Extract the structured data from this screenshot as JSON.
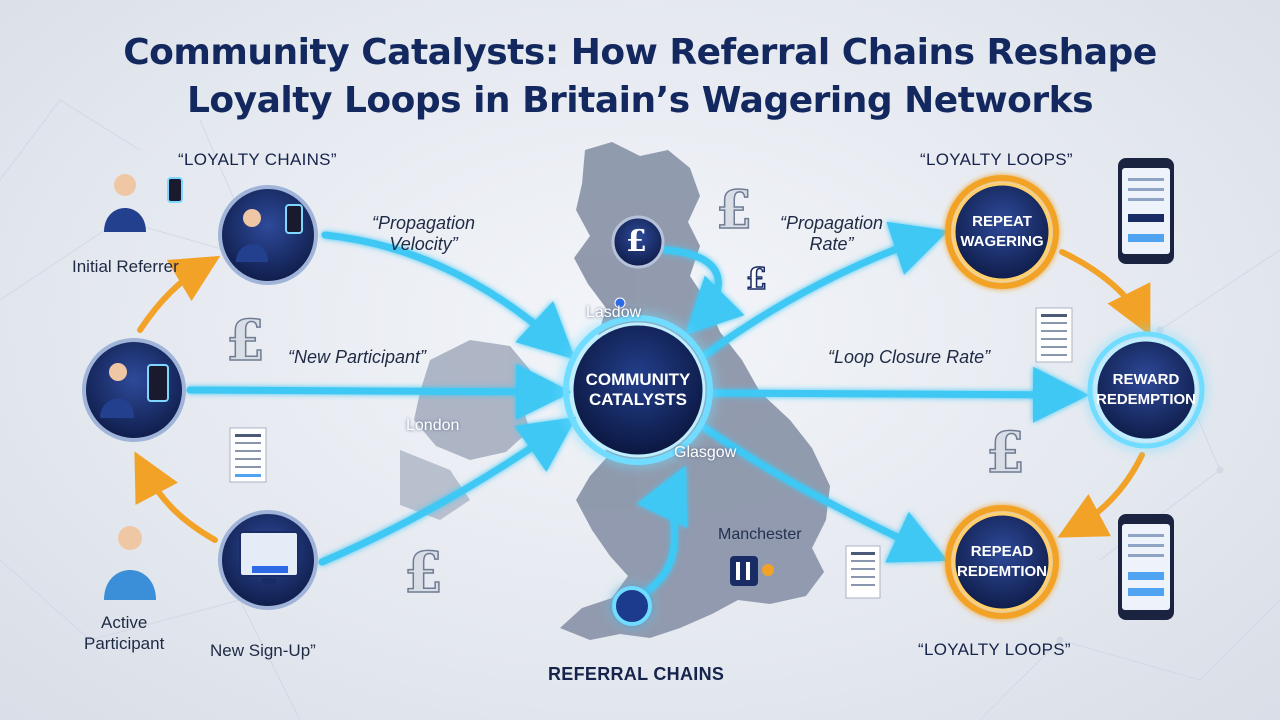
{
  "title": {
    "line1": "Community Catalysts: How Referral Chains Reshape",
    "line2": "Loyalty Loops in Britain’s Wagering Networks"
  },
  "labels": {
    "loyalty_chains": "“LOYALTY CHAINS”",
    "loyalty_loops_top": "“LOYALTY LOOPS”",
    "loyalty_loops_bottom": "“LOYALTY LOOPS”",
    "referral_chains": "REFERRAL CHAINS",
    "propagation_velocity": "“Propagation\nVelocity”",
    "propagation_rate": "“Propagation\nRate”",
    "new_participant": "“New Participant”",
    "loop_closure_rate": "“Loop Closure Rate”",
    "initial_referrer": "Initial Referrer",
    "active_participant": "Active\nParticipant",
    "new_sign_up": "New Sign-Up”"
  },
  "cities": {
    "lasgow": "Lasdow",
    "london": "London",
    "glasgow": "Glasgow",
    "manchester": "Manchester"
  },
  "nodes": {
    "center": "COMMUNITY\nCATALYSTS",
    "repeat_wagering": "REPEAT\nWAGERING",
    "reward_redemption": "REWARD\nREDEMPTION",
    "repead_redemtion": "REPEAD\nREDEMTION"
  },
  "symbols": {
    "pound": "£"
  },
  "colors": {
    "title": "#13285e",
    "flow_blue": "#3fc8f5",
    "flow_orange": "#f2a327",
    "node_navy": "#1a2c66",
    "map_grey": "#8a94a8"
  }
}
